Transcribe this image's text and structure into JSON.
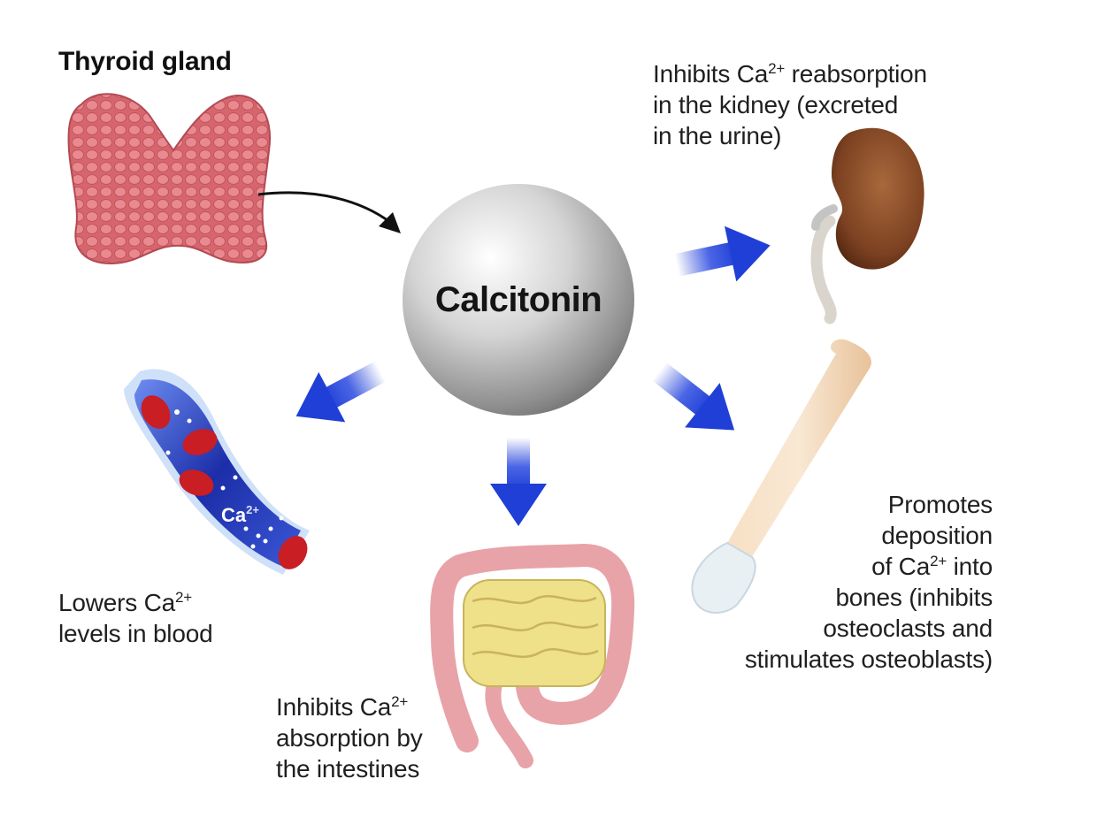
{
  "title": "Thyroid gland",
  "hormone": "Calcitonin",
  "ion_symbol": "Ca",
  "ion_charge": "2+",
  "effects": {
    "kidney": {
      "lines": [
        {
          "pre": "Inhibits Ca",
          "post": " reabsorption"
        },
        {
          "pre": "in the kidney (excreted"
        },
        {
          "pre": "in the urine)"
        }
      ]
    },
    "blood": {
      "lines": [
        {
          "pre": "Lowers Ca",
          "post": ""
        },
        {
          "pre": "levels in blood"
        }
      ]
    },
    "bone": {
      "lines": [
        {
          "pre": "Promotes"
        },
        {
          "pre": "deposition"
        },
        {
          "pre": "of Ca",
          "post": " into"
        },
        {
          "pre": "bones (inhibits"
        },
        {
          "pre": "osteoclasts and"
        },
        {
          "pre": "stimulates osteoblasts)"
        }
      ]
    },
    "intestine": {
      "lines": [
        {
          "pre": "Inhibits Ca",
          "post": ""
        },
        {
          "pre": "absorption by"
        },
        {
          "pre": "the intestines"
        }
      ]
    }
  },
  "colors": {
    "arrow_blue": "#1f3fd6",
    "thyroid": "#d86a72",
    "sphere": "#c9c9c9",
    "kidney": "#8a4a26",
    "vessel": "#2233b0",
    "rbc": "#c81e24",
    "bone": "#f3d3b0",
    "intestine": "#e8a3a8",
    "small_intestine": "#efe08a"
  }
}
